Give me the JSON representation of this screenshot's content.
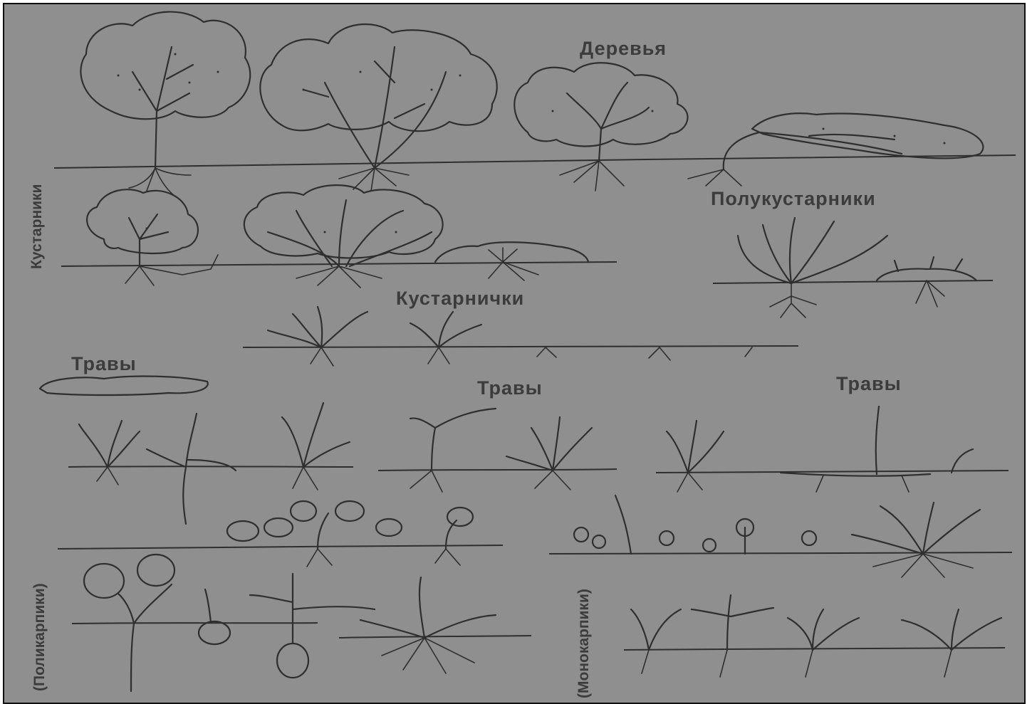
{
  "labels": {
    "trees": "Деревья",
    "semishrubs": "Полукустарники",
    "shrubs": "Кустарники",
    "dwarf_shrubs": "Кустарнички",
    "herbs_left": "Травы",
    "herbs_middle": "Травы",
    "herbs_right": "Травы",
    "polycarpic": "(Поликарпики)",
    "monocarpic": "(Монокарпики)"
  },
  "colors": {
    "background": "#8f8f8f",
    "ink": "#2f2f2f",
    "border": "#101010"
  }
}
